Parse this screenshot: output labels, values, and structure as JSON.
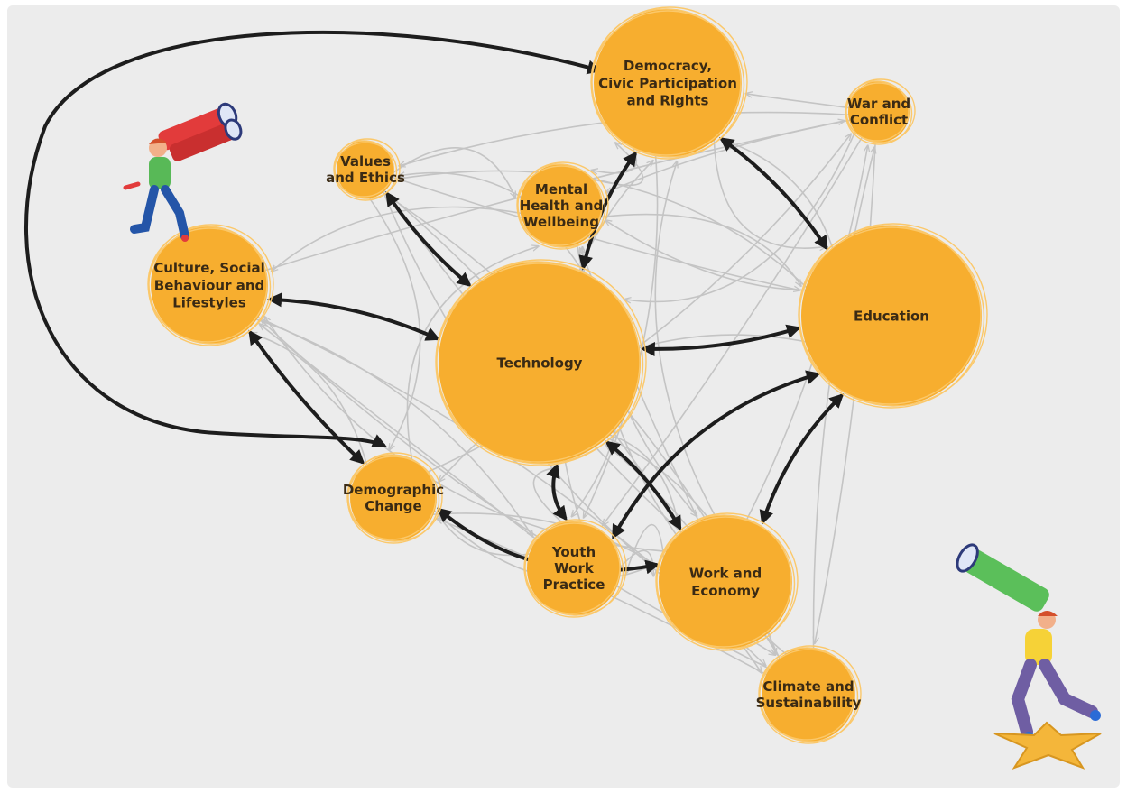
{
  "diagram": {
    "nodes": [
      {
        "id": "democracy",
        "lines": [
          "Democracy,",
          "Civic Participation",
          "and Rights"
        ]
      },
      {
        "id": "war",
        "lines": [
          "War and",
          "Conflict"
        ]
      },
      {
        "id": "values",
        "lines": [
          "Values",
          "and Ethics"
        ]
      },
      {
        "id": "mental-health",
        "lines": [
          "Mental",
          "Health and",
          "Wellbeing"
        ]
      },
      {
        "id": "culture",
        "lines": [
          "Culture, Social",
          "Behaviour and",
          "Lifestyles"
        ]
      },
      {
        "id": "technology",
        "lines": [
          "Technology"
        ]
      },
      {
        "id": "education",
        "lines": [
          "Education"
        ]
      },
      {
        "id": "demographic",
        "lines": [
          "Demographic",
          "Change"
        ]
      },
      {
        "id": "youth-work",
        "lines": [
          "Youth",
          "Work",
          "Practice"
        ]
      },
      {
        "id": "work-economy",
        "lines": [
          "Work and",
          "Economy"
        ]
      },
      {
        "id": "climate",
        "lines": [
          "Climate and",
          "Sustainability"
        ]
      }
    ],
    "strong_links": [
      [
        "technology",
        "culture"
      ],
      [
        "technology",
        "values"
      ],
      [
        "technology",
        "democracy"
      ],
      [
        "technology",
        "education"
      ],
      [
        "technology",
        "youth-work"
      ],
      [
        "technology",
        "work-economy"
      ],
      [
        "democracy",
        "education"
      ],
      [
        "education",
        "youth-work"
      ],
      [
        "education",
        "work-economy"
      ],
      [
        "culture",
        "demographic"
      ],
      [
        "demographic",
        "work-economy"
      ],
      [
        "democracy",
        "demographic"
      ]
    ],
    "colors": {
      "node": "#f7ae2f",
      "strong_link": "#1d1d1d",
      "weak_link": "#c4c4c4",
      "background": "#ececec"
    }
  },
  "illustrations": {
    "top_left": "person-with-binoculars-icon",
    "bottom_right": "person-with-telescope-on-star-icon"
  }
}
